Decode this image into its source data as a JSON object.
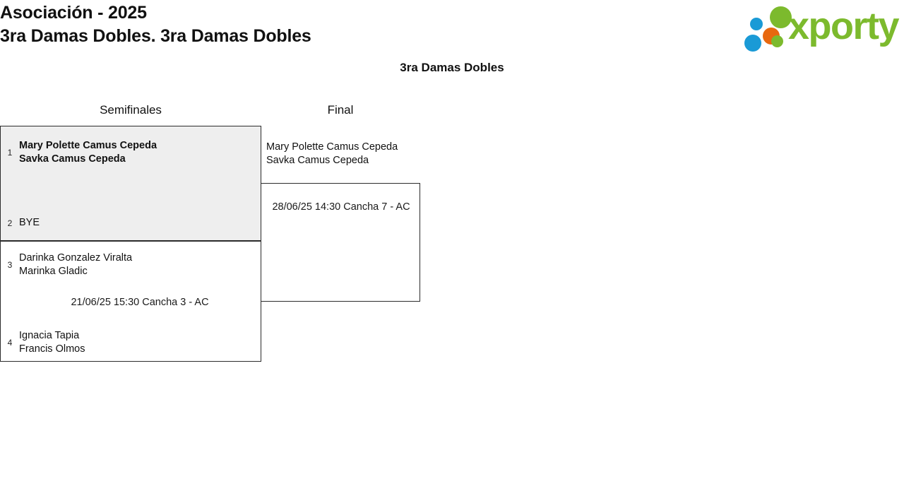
{
  "header": {
    "title": "Asociación - 2025\n3ra Damas Dobles. 3ra Damas Dobles",
    "brand": {
      "wordmark": "xporty",
      "green": "#7cba2d",
      "blue": "#1a9ad6",
      "orange": "#e8680f"
    }
  },
  "category": {
    "subtitle": "3ra Damas Dobles"
  },
  "bracket": {
    "rounds": [
      {
        "label": "Semifinales"
      },
      {
        "label": "Final"
      }
    ],
    "matches": {
      "semifinal_1": {
        "highlighted": true,
        "top": {
          "seed": "1",
          "names": "Mary Polette Camus Cepeda\nSavka Camus Cepeda",
          "winner": true
        },
        "bottom": {
          "seed": "2",
          "names": "BYE",
          "winner": false
        },
        "info": ""
      },
      "semifinal_2": {
        "highlighted": false,
        "top": {
          "seed": "3",
          "names": "Darinka Gonzalez Viralta\nMarinka Gladic",
          "winner": false
        },
        "bottom": {
          "seed": "4",
          "names": "Ignacia Tapia\nFrancis Olmos",
          "winner": false
        },
        "info": "21/06/25 15:30 Cancha 3 - AC"
      },
      "final": {
        "highlighted": false,
        "advancing": "Mary Polette Camus Cepeda\nSavka Camus Cepeda",
        "info": "28/06/25 14:30 Cancha 7 - AC"
      }
    }
  }
}
